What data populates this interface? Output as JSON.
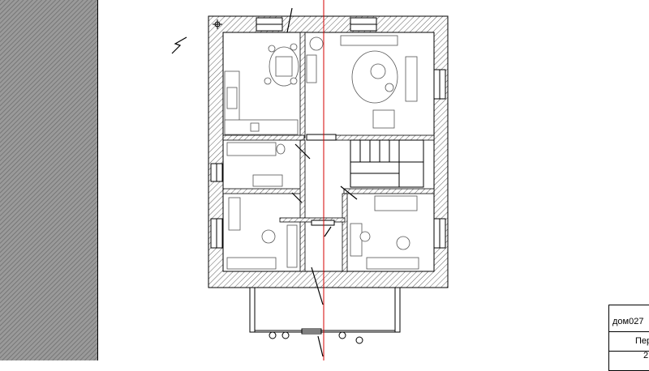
{
  "drawing": {
    "title_block": {
      "project_code": "дом027",
      "sheet_label": "Пер",
      "sheet_number": "2"
    },
    "colors": {
      "background": "#ffffff",
      "hatch_panel": "#8a8a8a",
      "walls": "#000000",
      "section_line": "#d40000",
      "furniture": "#555555"
    }
  }
}
